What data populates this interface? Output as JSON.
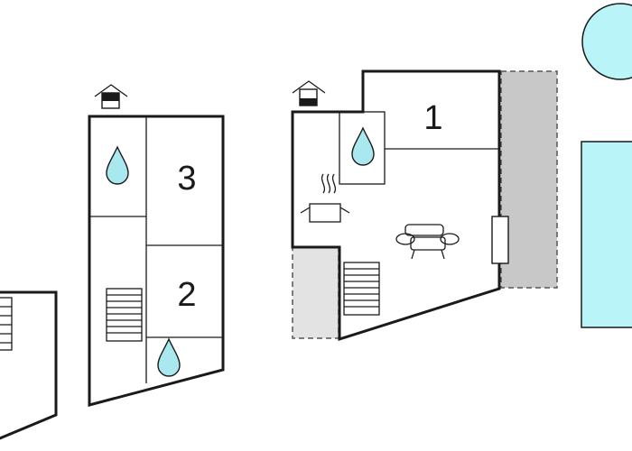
{
  "rooms": {
    "room_1": "1",
    "room_2": "2",
    "room_3": "3"
  },
  "colors": {
    "wall": "#1a1a1a",
    "water": "#a8e8ee",
    "pool": "#b8f4f8",
    "terrace": "#c8c8c8",
    "terrace_light": "#e3e3e3",
    "entrance_fill": "#1a1a1a"
  },
  "icons": [
    "entrance-icon",
    "water-drop-icon",
    "stairs-icon",
    "cooking-pot-icon",
    "sofa-icon",
    "window-icon",
    "pool-icon",
    "tree-icon"
  ]
}
